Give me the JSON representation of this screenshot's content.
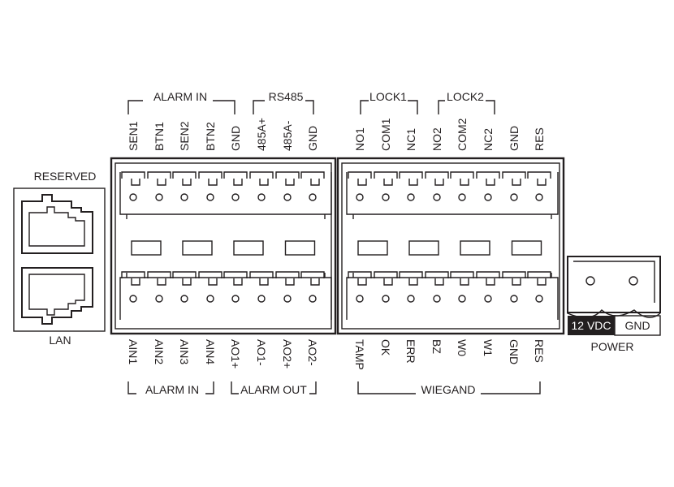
{
  "top_groups": [
    {
      "label": "ALARM IN",
      "pins": [
        "SEN1",
        "BTN1",
        "SEN2",
        "BTN2",
        "GND"
      ]
    },
    {
      "label": "RS485",
      "pins": [
        "485A+",
        "485A-",
        "GND"
      ]
    },
    {
      "label": "LOCK1",
      "pins": [
        "NO1",
        "COM1",
        "NC1"
      ]
    },
    {
      "label": "LOCK2",
      "pins": [
        "NO2",
        "COM2",
        "NC2"
      ]
    },
    {
      "label": "",
      "pins": [
        "GND",
        "RES"
      ]
    }
  ],
  "bottom_groups": [
    {
      "label": "ALARM IN",
      "pins": [
        "AIN1",
        "AIN2",
        "AIN3",
        "AIN4"
      ]
    },
    {
      "label": "ALARM OUT",
      "pins": [
        "AO1+",
        "AO1-",
        "AO2+",
        "AO2-"
      ]
    },
    {
      "label": "WIEGAND",
      "pins": [
        "TAMP",
        "OK",
        "ERR",
        "BZ",
        "W0",
        "W1",
        "GND",
        "RES"
      ]
    }
  ],
  "ports": {
    "reserved_label": "RESERVED",
    "lan_label": "LAN"
  },
  "power": {
    "label": "POWER",
    "pin_12v": "12 VDC",
    "pin_gnd": "GND"
  }
}
